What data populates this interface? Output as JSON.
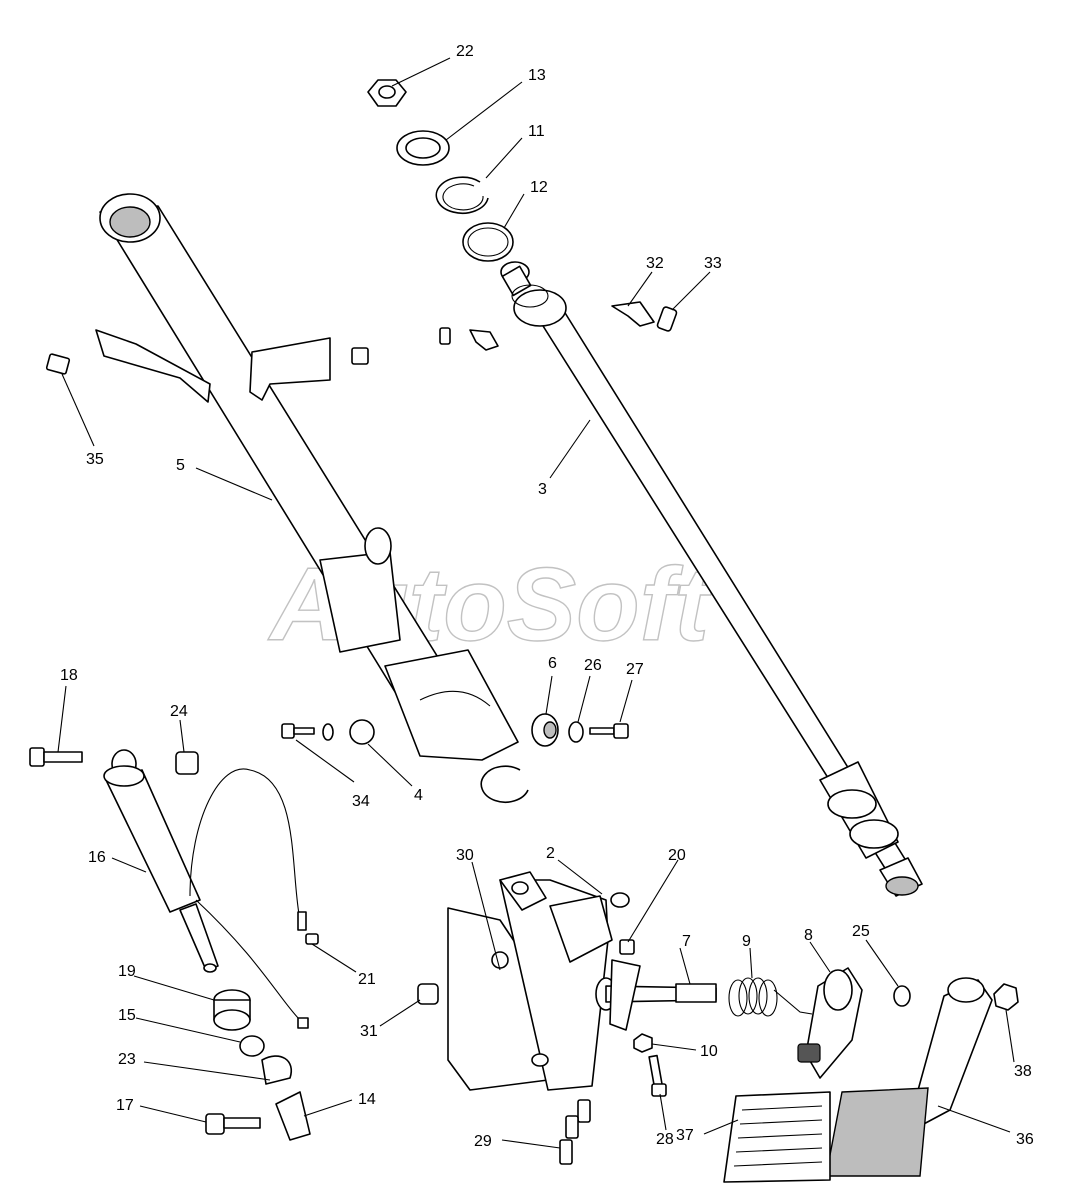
{
  "watermark": "AutoSoft",
  "callouts": [
    {
      "id": "22",
      "label": "22"
    },
    {
      "id": "13",
      "label": "13"
    },
    {
      "id": "11",
      "label": "11"
    },
    {
      "id": "12",
      "label": "12"
    },
    {
      "id": "32",
      "label": "32"
    },
    {
      "id": "33",
      "label": "33"
    },
    {
      "id": "35",
      "label": "35"
    },
    {
      "id": "5",
      "label": "5"
    },
    {
      "id": "3",
      "label": "3"
    },
    {
      "id": "18",
      "label": "18"
    },
    {
      "id": "24",
      "label": "24"
    },
    {
      "id": "6",
      "label": "6"
    },
    {
      "id": "26",
      "label": "26"
    },
    {
      "id": "27",
      "label": "27"
    },
    {
      "id": "34",
      "label": "34"
    },
    {
      "id": "4",
      "label": "4"
    },
    {
      "id": "16",
      "label": "16"
    },
    {
      "id": "30",
      "label": "30"
    },
    {
      "id": "2",
      "label": "2"
    },
    {
      "id": "20",
      "label": "20"
    },
    {
      "id": "7",
      "label": "7"
    },
    {
      "id": "9",
      "label": "9"
    },
    {
      "id": "8",
      "label": "8"
    },
    {
      "id": "25",
      "label": "25"
    },
    {
      "id": "21",
      "label": "21"
    },
    {
      "id": "19",
      "label": "19"
    },
    {
      "id": "15",
      "label": "15"
    },
    {
      "id": "31",
      "label": "31"
    },
    {
      "id": "10",
      "label": "10"
    },
    {
      "id": "38",
      "label": "38"
    },
    {
      "id": "23",
      "label": "23"
    },
    {
      "id": "14",
      "label": "14"
    },
    {
      "id": "17",
      "label": "17"
    },
    {
      "id": "28",
      "label": "28"
    },
    {
      "id": "37",
      "label": "37"
    },
    {
      "id": "36",
      "label": "36"
    },
    {
      "id": "29",
      "label": "29"
    }
  ]
}
